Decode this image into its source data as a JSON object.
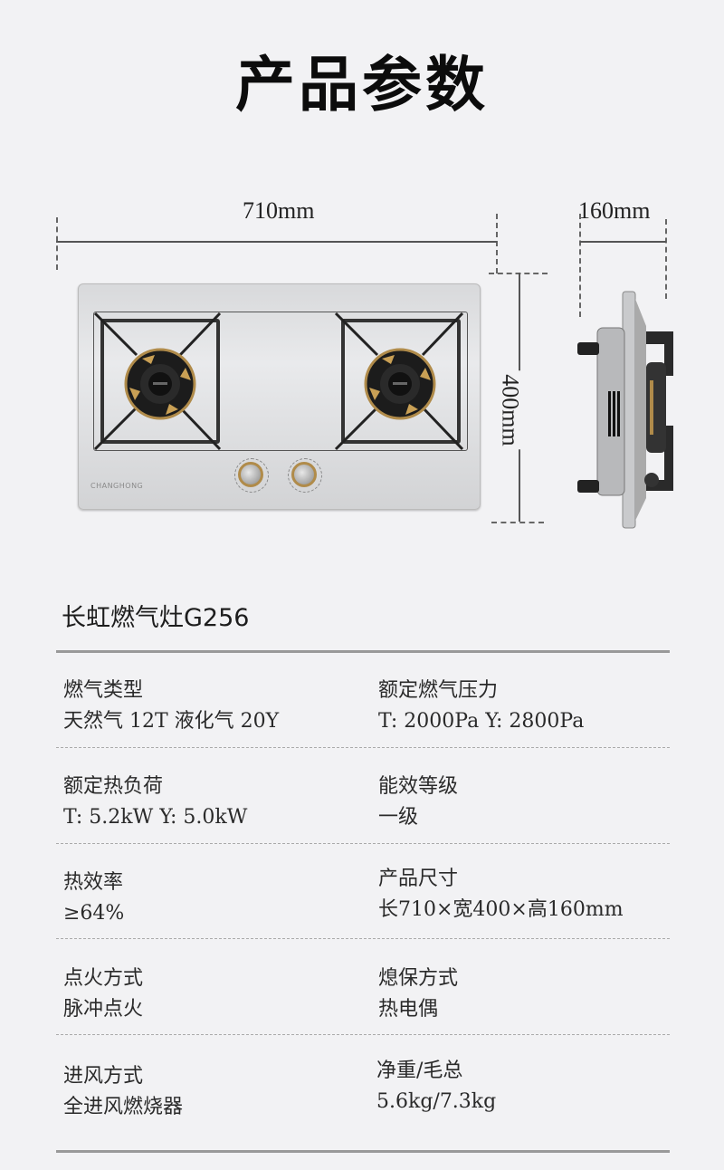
{
  "page": {
    "title": "产品参数"
  },
  "dimensions": {
    "width_label": "710mm",
    "depth_label": "160mm",
    "height_label": "400mm"
  },
  "product_image": {
    "brand_text": "CHANGHONG",
    "colors": {
      "steel": "#d8d9db",
      "grate": "#2a2a2a",
      "burner_gold": "#b08b4a",
      "burner_black": "#1a1a1a"
    }
  },
  "product": {
    "model": "长虹燃气灶G256"
  },
  "specs": [
    {
      "label": "燃气类型",
      "value": "天然气 12T   液化气 20Y"
    },
    {
      "label": "额定燃气压力",
      "value": "T: 2000Pa  Y: 2800Pa"
    },
    {
      "label": "额定热负荷",
      "value": "T: 5.2kW   Y: 5.0kW"
    },
    {
      "label": "能效等级",
      "value": "一级"
    },
    {
      "label": "热效率",
      "value": "≥64%"
    },
    {
      "label": "产品尺寸",
      "value": "长710×宽400×高160mm"
    },
    {
      "label": "点火方式",
      "value": "脉冲点火"
    },
    {
      "label": "熄保方式",
      "value": "热电偶"
    },
    {
      "label": "进风方式",
      "value": "全进风燃烧器"
    },
    {
      "label": "净重/毛总",
      "value": "5.6kg/7.3kg"
    }
  ]
}
